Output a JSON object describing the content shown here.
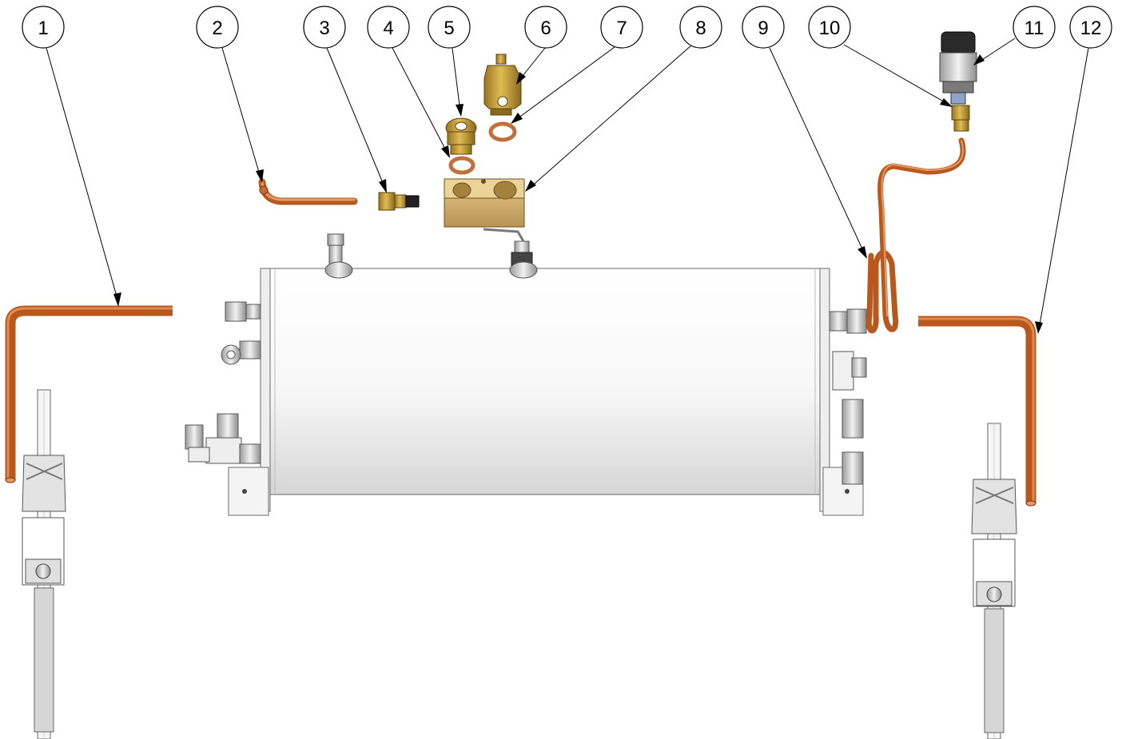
{
  "diagram": {
    "colors": {
      "copper": "#b8581d",
      "copper_light": "#e69a66",
      "brass": "#c9a13a",
      "brass_dark": "#8a6a1c",
      "steel": "#d9d9d9",
      "line": "#000000"
    },
    "balloons": [
      {
        "label": "1"
      },
      {
        "label": "2"
      },
      {
        "label": "3"
      },
      {
        "label": "4"
      },
      {
        "label": "5"
      },
      {
        "label": "6"
      },
      {
        "label": "7"
      },
      {
        "label": "8"
      },
      {
        "label": "9"
      },
      {
        "label": "10"
      },
      {
        "label": "11"
      },
      {
        "label": "12"
      }
    ]
  }
}
